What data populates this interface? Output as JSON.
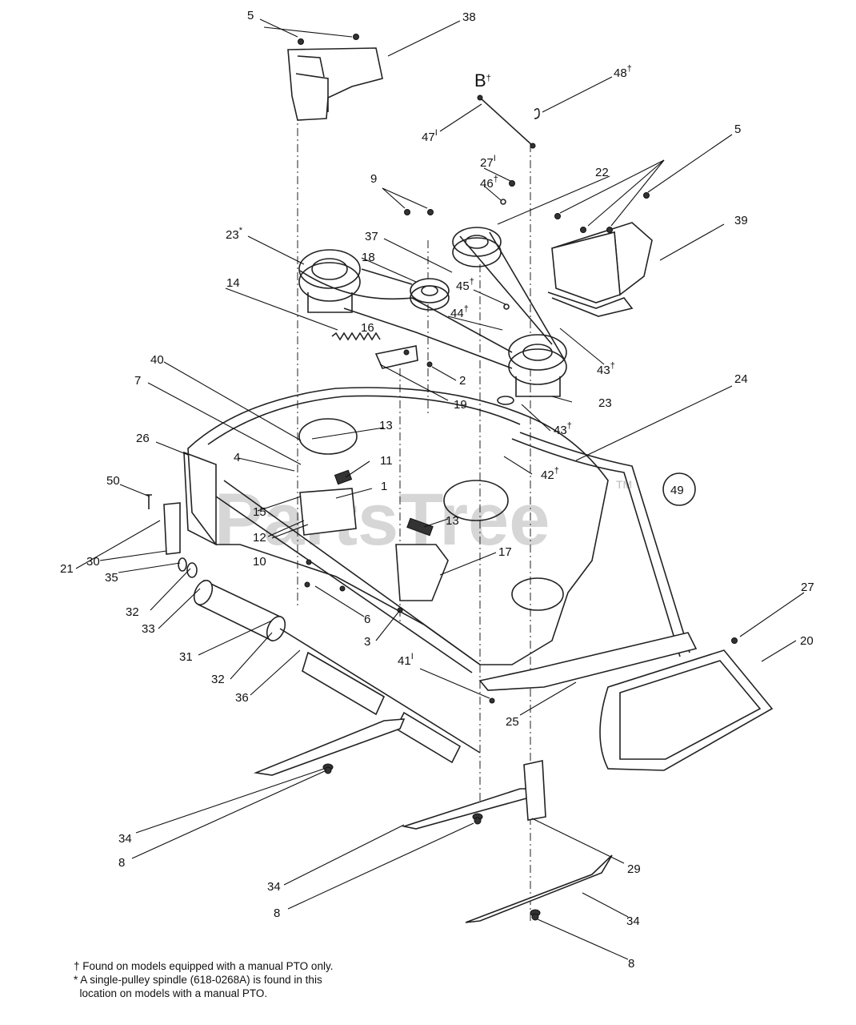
{
  "watermark": {
    "text": "PartsTree",
    "tm": "TM"
  },
  "circled_label": "49",
  "labels": [
    {
      "id": "5a",
      "text": "5",
      "sup": ""
    },
    {
      "id": "38",
      "text": "38",
      "sup": ""
    },
    {
      "id": "B",
      "text": "B",
      "sup": "†"
    },
    {
      "id": "48",
      "text": "48",
      "sup": "†"
    },
    {
      "id": "47",
      "text": "47",
      "sup": "I"
    },
    {
      "id": "5b",
      "text": "5",
      "sup": ""
    },
    {
      "id": "27a",
      "text": "27",
      "sup": "I"
    },
    {
      "id": "46",
      "text": "46",
      "sup": "†"
    },
    {
      "id": "22",
      "text": "22",
      "sup": ""
    },
    {
      "id": "9",
      "text": "9",
      "sup": ""
    },
    {
      "id": "39",
      "text": "39",
      "sup": ""
    },
    {
      "id": "23a",
      "text": "23",
      "sup": "*"
    },
    {
      "id": "37",
      "text": "37",
      "sup": ""
    },
    {
      "id": "18",
      "text": "18",
      "sup": ""
    },
    {
      "id": "45",
      "text": "45",
      "sup": "†"
    },
    {
      "id": "14",
      "text": "14",
      "sup": ""
    },
    {
      "id": "44",
      "text": "44",
      "sup": "†"
    },
    {
      "id": "16",
      "text": "16",
      "sup": ""
    },
    {
      "id": "43a",
      "text": "43",
      "sup": "†"
    },
    {
      "id": "2",
      "text": "2",
      "sup": ""
    },
    {
      "id": "40",
      "text": "40",
      "sup": ""
    },
    {
      "id": "7",
      "text": "7",
      "sup": ""
    },
    {
      "id": "19",
      "text": "19",
      "sup": ""
    },
    {
      "id": "23b",
      "text": "23",
      "sup": ""
    },
    {
      "id": "24",
      "text": "24",
      "sup": ""
    },
    {
      "id": "13a",
      "text": "13",
      "sup": ""
    },
    {
      "id": "43b",
      "text": "43",
      "sup": "†"
    },
    {
      "id": "26",
      "text": "26",
      "sup": ""
    },
    {
      "id": "4",
      "text": "4",
      "sup": ""
    },
    {
      "id": "11",
      "text": "11",
      "sup": ""
    },
    {
      "id": "42",
      "text": "42",
      "sup": "†"
    },
    {
      "id": "50",
      "text": "50",
      "sup": ""
    },
    {
      "id": "1",
      "text": "1",
      "sup": ""
    },
    {
      "id": "15",
      "text": "15",
      "sup": ""
    },
    {
      "id": "13b",
      "text": "13",
      "sup": ""
    },
    {
      "id": "12",
      "text": "12",
      "sup": ""
    },
    {
      "id": "17",
      "text": "17",
      "sup": ""
    },
    {
      "id": "21",
      "text": "21",
      "sup": ""
    },
    {
      "id": "10",
      "text": "10",
      "sup": ""
    },
    {
      "id": "30",
      "text": "30",
      "sup": ""
    },
    {
      "id": "35",
      "text": "35",
      "sup": ""
    },
    {
      "id": "32a",
      "text": "32",
      "sup": ""
    },
    {
      "id": "33",
      "text": "33",
      "sup": ""
    },
    {
      "id": "6",
      "text": "6",
      "sup": ""
    },
    {
      "id": "27b",
      "text": "27",
      "sup": ""
    },
    {
      "id": "20",
      "text": "20",
      "sup": ""
    },
    {
      "id": "3",
      "text": "3",
      "sup": ""
    },
    {
      "id": "31",
      "text": "31",
      "sup": ""
    },
    {
      "id": "41",
      "text": "41",
      "sup": "I"
    },
    {
      "id": "32b",
      "text": "32",
      "sup": ""
    },
    {
      "id": "36",
      "text": "36",
      "sup": ""
    },
    {
      "id": "25",
      "text": "25",
      "sup": ""
    },
    {
      "id": "34a",
      "text": "34",
      "sup": ""
    },
    {
      "id": "8a",
      "text": "8",
      "sup": ""
    },
    {
      "id": "34b",
      "text": "34",
      "sup": ""
    },
    {
      "id": "29",
      "text": "29",
      "sup": ""
    },
    {
      "id": "8b",
      "text": "8",
      "sup": ""
    },
    {
      "id": "34c",
      "text": "34",
      "sup": ""
    },
    {
      "id": "8c",
      "text": "8",
      "sup": ""
    }
  ],
  "footnotes": [
    "† Found on models equipped with a manual PTO only.",
    "* A single-pulley spindle (618-0268A) is found in this",
    "  location on models with a manual PTO."
  ]
}
